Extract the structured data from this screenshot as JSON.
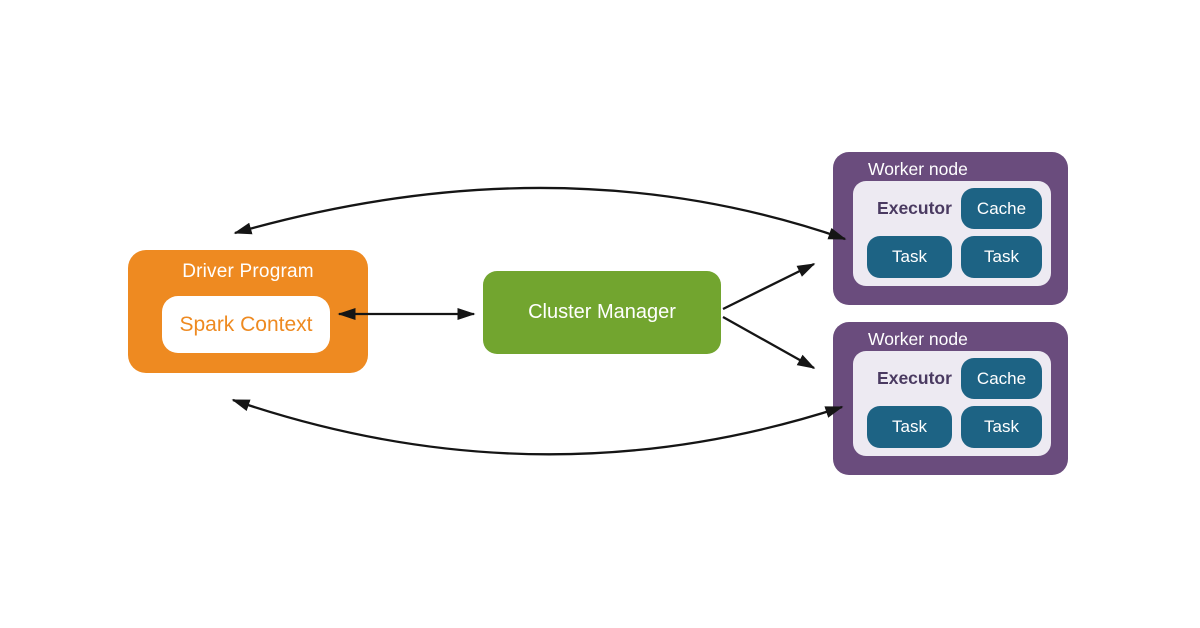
{
  "colors": {
    "orange": "#EE8A21",
    "green": "#72A52F",
    "purple": "#6A4C7D",
    "teal": "#1D6384",
    "panel": "#EDEAF2",
    "executor_text": "#4A3A61",
    "arrow": "#151515"
  },
  "diagram": {
    "driver": {
      "title": "Driver Program",
      "context_label": "Spark Context"
    },
    "cluster_manager": {
      "label": "Cluster Manager"
    },
    "workers": [
      {
        "title": "Worker node",
        "executor_label": "Executor",
        "cache_label": "Cache",
        "tasks": [
          "Task",
          "Task"
        ]
      },
      {
        "title": "Worker node",
        "executor_label": "Executor",
        "cache_label": "Cache",
        "tasks": [
          "Task",
          "Task"
        ]
      }
    ]
  }
}
